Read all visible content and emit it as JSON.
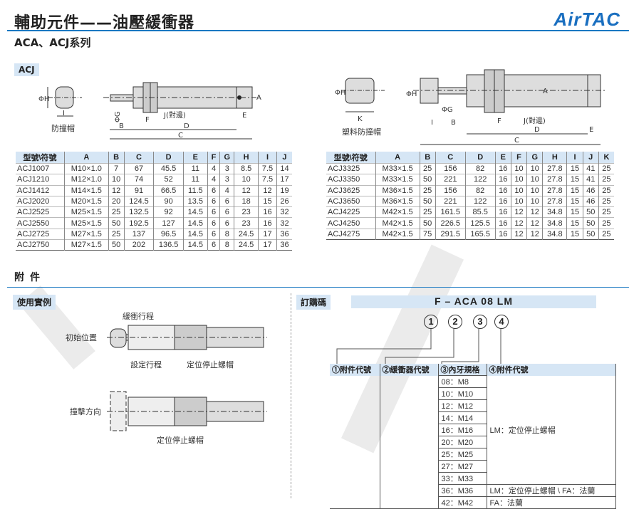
{
  "header": {
    "title": "輔助元件——油壓緩衝器",
    "subtitle": "ACA、ACJ系列",
    "logo": "AirTAC"
  },
  "acj_tag": "ACJ",
  "drawing_left": {
    "phi_h": "ΦH",
    "i": "I",
    "cap": "防撞帽",
    "phi_g": "ΦG",
    "f": "F",
    "j": "J(對邊)",
    "b": "B",
    "d": "D",
    "c": "C",
    "e": "E",
    "a": "A"
  },
  "drawing_right": {
    "phi_h": "ΦH",
    "k": "K",
    "cap": "塑料防撞帽",
    "phi_g": "ΦG",
    "b": "B",
    "f": "F",
    "j": "J(對邊)",
    "d": "D",
    "c": "C",
    "e": "E",
    "i": "I",
    "a": "A"
  },
  "table_left": {
    "headers": [
      "型號\\符號",
      "A",
      "B",
      "C",
      "D",
      "E",
      "F",
      "G",
      "H",
      "I",
      "J"
    ],
    "rows": [
      [
        "ACJ1007",
        "M10×1.0",
        "7",
        "67",
        "45.5",
        "11",
        "4",
        "3",
        "8.5",
        "7.5",
        "14"
      ],
      [
        "ACJ1210",
        "M12×1.0",
        "10",
        "74",
        "52",
        "11",
        "4",
        "3",
        "10",
        "7.5",
        "17"
      ],
      [
        "ACJ1412",
        "M14×1.5",
        "12",
        "91",
        "66.5",
        "11.5",
        "6",
        "4",
        "12",
        "12",
        "19"
      ],
      [
        "ACJ2020",
        "M20×1.5",
        "20",
        "124.5",
        "90",
        "13.5",
        "6",
        "6",
        "18",
        "15",
        "26"
      ],
      [
        "ACJ2525",
        "M25×1.5",
        "25",
        "132.5",
        "92",
        "14.5",
        "6",
        "6",
        "23",
        "16",
        "32"
      ],
      [
        "ACJ2550",
        "M25×1.5",
        "50",
        "192.5",
        "127",
        "14.5",
        "6",
        "6",
        "23",
        "16",
        "32"
      ],
      [
        "ACJ2725",
        "M27×1.5",
        "25",
        "137",
        "96.5",
        "14.5",
        "6",
        "8",
        "24.5",
        "17",
        "36"
      ],
      [
        "ACJ2750",
        "M27×1.5",
        "50",
        "202",
        "136.5",
        "14.5",
        "6",
        "8",
        "24.5",
        "17",
        "36"
      ]
    ]
  },
  "table_right": {
    "headers": [
      "型號\\符號",
      "A",
      "B",
      "C",
      "D",
      "E",
      "F",
      "G",
      "H",
      "I",
      "J",
      "K"
    ],
    "rows": [
      [
        "ACJ3325",
        "M33×1.5",
        "25",
        "156",
        "82",
        "16",
        "10",
        "10",
        "27.8",
        "15",
        "41",
        "25"
      ],
      [
        "ACJ3350",
        "M33×1.5",
        "50",
        "221",
        "122",
        "16",
        "10",
        "10",
        "27.8",
        "15",
        "41",
        "25"
      ],
      [
        "ACJ3625",
        "M36×1.5",
        "25",
        "156",
        "82",
        "16",
        "10",
        "10",
        "27.8",
        "15",
        "46",
        "25"
      ],
      [
        "ACJ3650",
        "M36×1.5",
        "50",
        "221",
        "122",
        "16",
        "10",
        "10",
        "27.8",
        "15",
        "46",
        "25"
      ],
      [
        "ACJ4225",
        "M42×1.5",
        "25",
        "161.5",
        "85.5",
        "16",
        "12",
        "12",
        "34.8",
        "15",
        "50",
        "25"
      ],
      [
        "ACJ4250",
        "M42×1.5",
        "50",
        "226.5",
        "125.5",
        "16",
        "12",
        "12",
        "34.8",
        "15",
        "50",
        "25"
      ],
      [
        "ACJ4275",
        "M42×1.5",
        "75",
        "291.5",
        "165.5",
        "16",
        "12",
        "12",
        "34.8",
        "15",
        "50",
        "25"
      ]
    ]
  },
  "accessories": {
    "title": "附件",
    "usage": {
      "tag": "使用實例",
      "cushion_stroke": "緩衝行程",
      "initial_position": "初始位置",
      "set_stroke": "設定行程",
      "stop_nut": "定位停止螺帽",
      "impact_direction": "撞擊方向",
      "stop_nut2": "定位停止螺帽"
    },
    "order": {
      "tag": "訂購碼",
      "code": "F – ACA 08 LM",
      "circles": [
        "1",
        "2",
        "3",
        "4"
      ],
      "headers": [
        "①附件代號",
        "②緩衝器代號",
        "③內牙規格",
        "④附件代號"
      ],
      "threads": [
        "08：M8",
        "10：M10",
        "12：M12",
        "14：M14",
        "16：M16",
        "20：M20",
        "25：M25",
        "27：M27",
        "33：M33",
        "36：M36",
        "42：M42"
      ],
      "acc_lm": "LM：定位停止螺帽",
      "acc_lm_fa": "LM：定位停止螺帽 \\ FA：法蘭",
      "acc_fa": "FA：法蘭"
    }
  }
}
